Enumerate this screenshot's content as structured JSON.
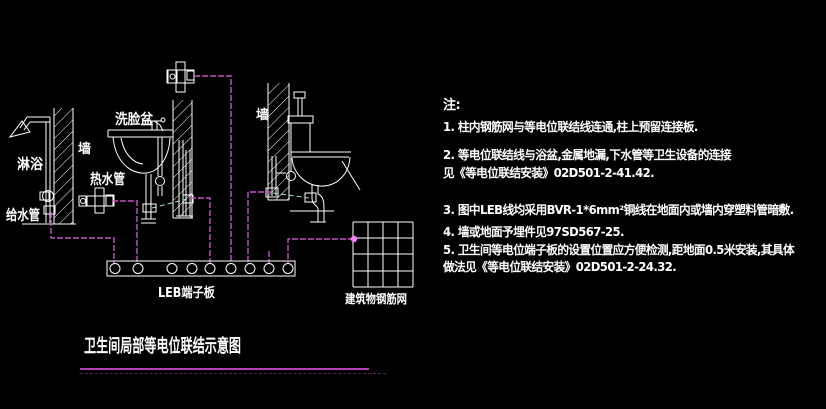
{
  "title": {
    "text": "卫生间局部等电位联结示意图"
  },
  "labels": {
    "shower": "淋浴",
    "wall_left": "墙",
    "supply_pipe": "给水管",
    "hot_water_pipe": "热水管",
    "washbasin": "洗脸盆",
    "wall_right": "墙",
    "leb_board": "LEB端子板",
    "steel_mesh": "建筑物钢筋网"
  },
  "notes": {
    "header": "注:",
    "lines": [
      "1. 柱内钢筋网与等电位联结线连通,柱上预留连接板.",
      "2. 等电位联结线与浴盆,金属地漏,下水管等卫生设备的连接",
      "见《等电位联结安装》02D501-2-41.42.",
      "3. 图中LEB线均采用BVR-1*6mm²铜线在地面内或墙内穿塑料管暗敷.",
      "4. 墙或地面予埋件见97SD567-25.",
      "5. 卫生间等电位端子板的设置位置应方便检测,距地面0.5米安装,其具体",
      "做法见《等电位联结安装》02D501-2-24.32."
    ]
  },
  "board": {
    "terminal_count": 9
  },
  "colors": {
    "background": "#000000",
    "linework": "#ffffff",
    "leb_line": "#c554c5",
    "mesh_dot": "#ff7bff",
    "bond_jumper": "#a9e0cf",
    "title_underline": "#b441b4"
  }
}
